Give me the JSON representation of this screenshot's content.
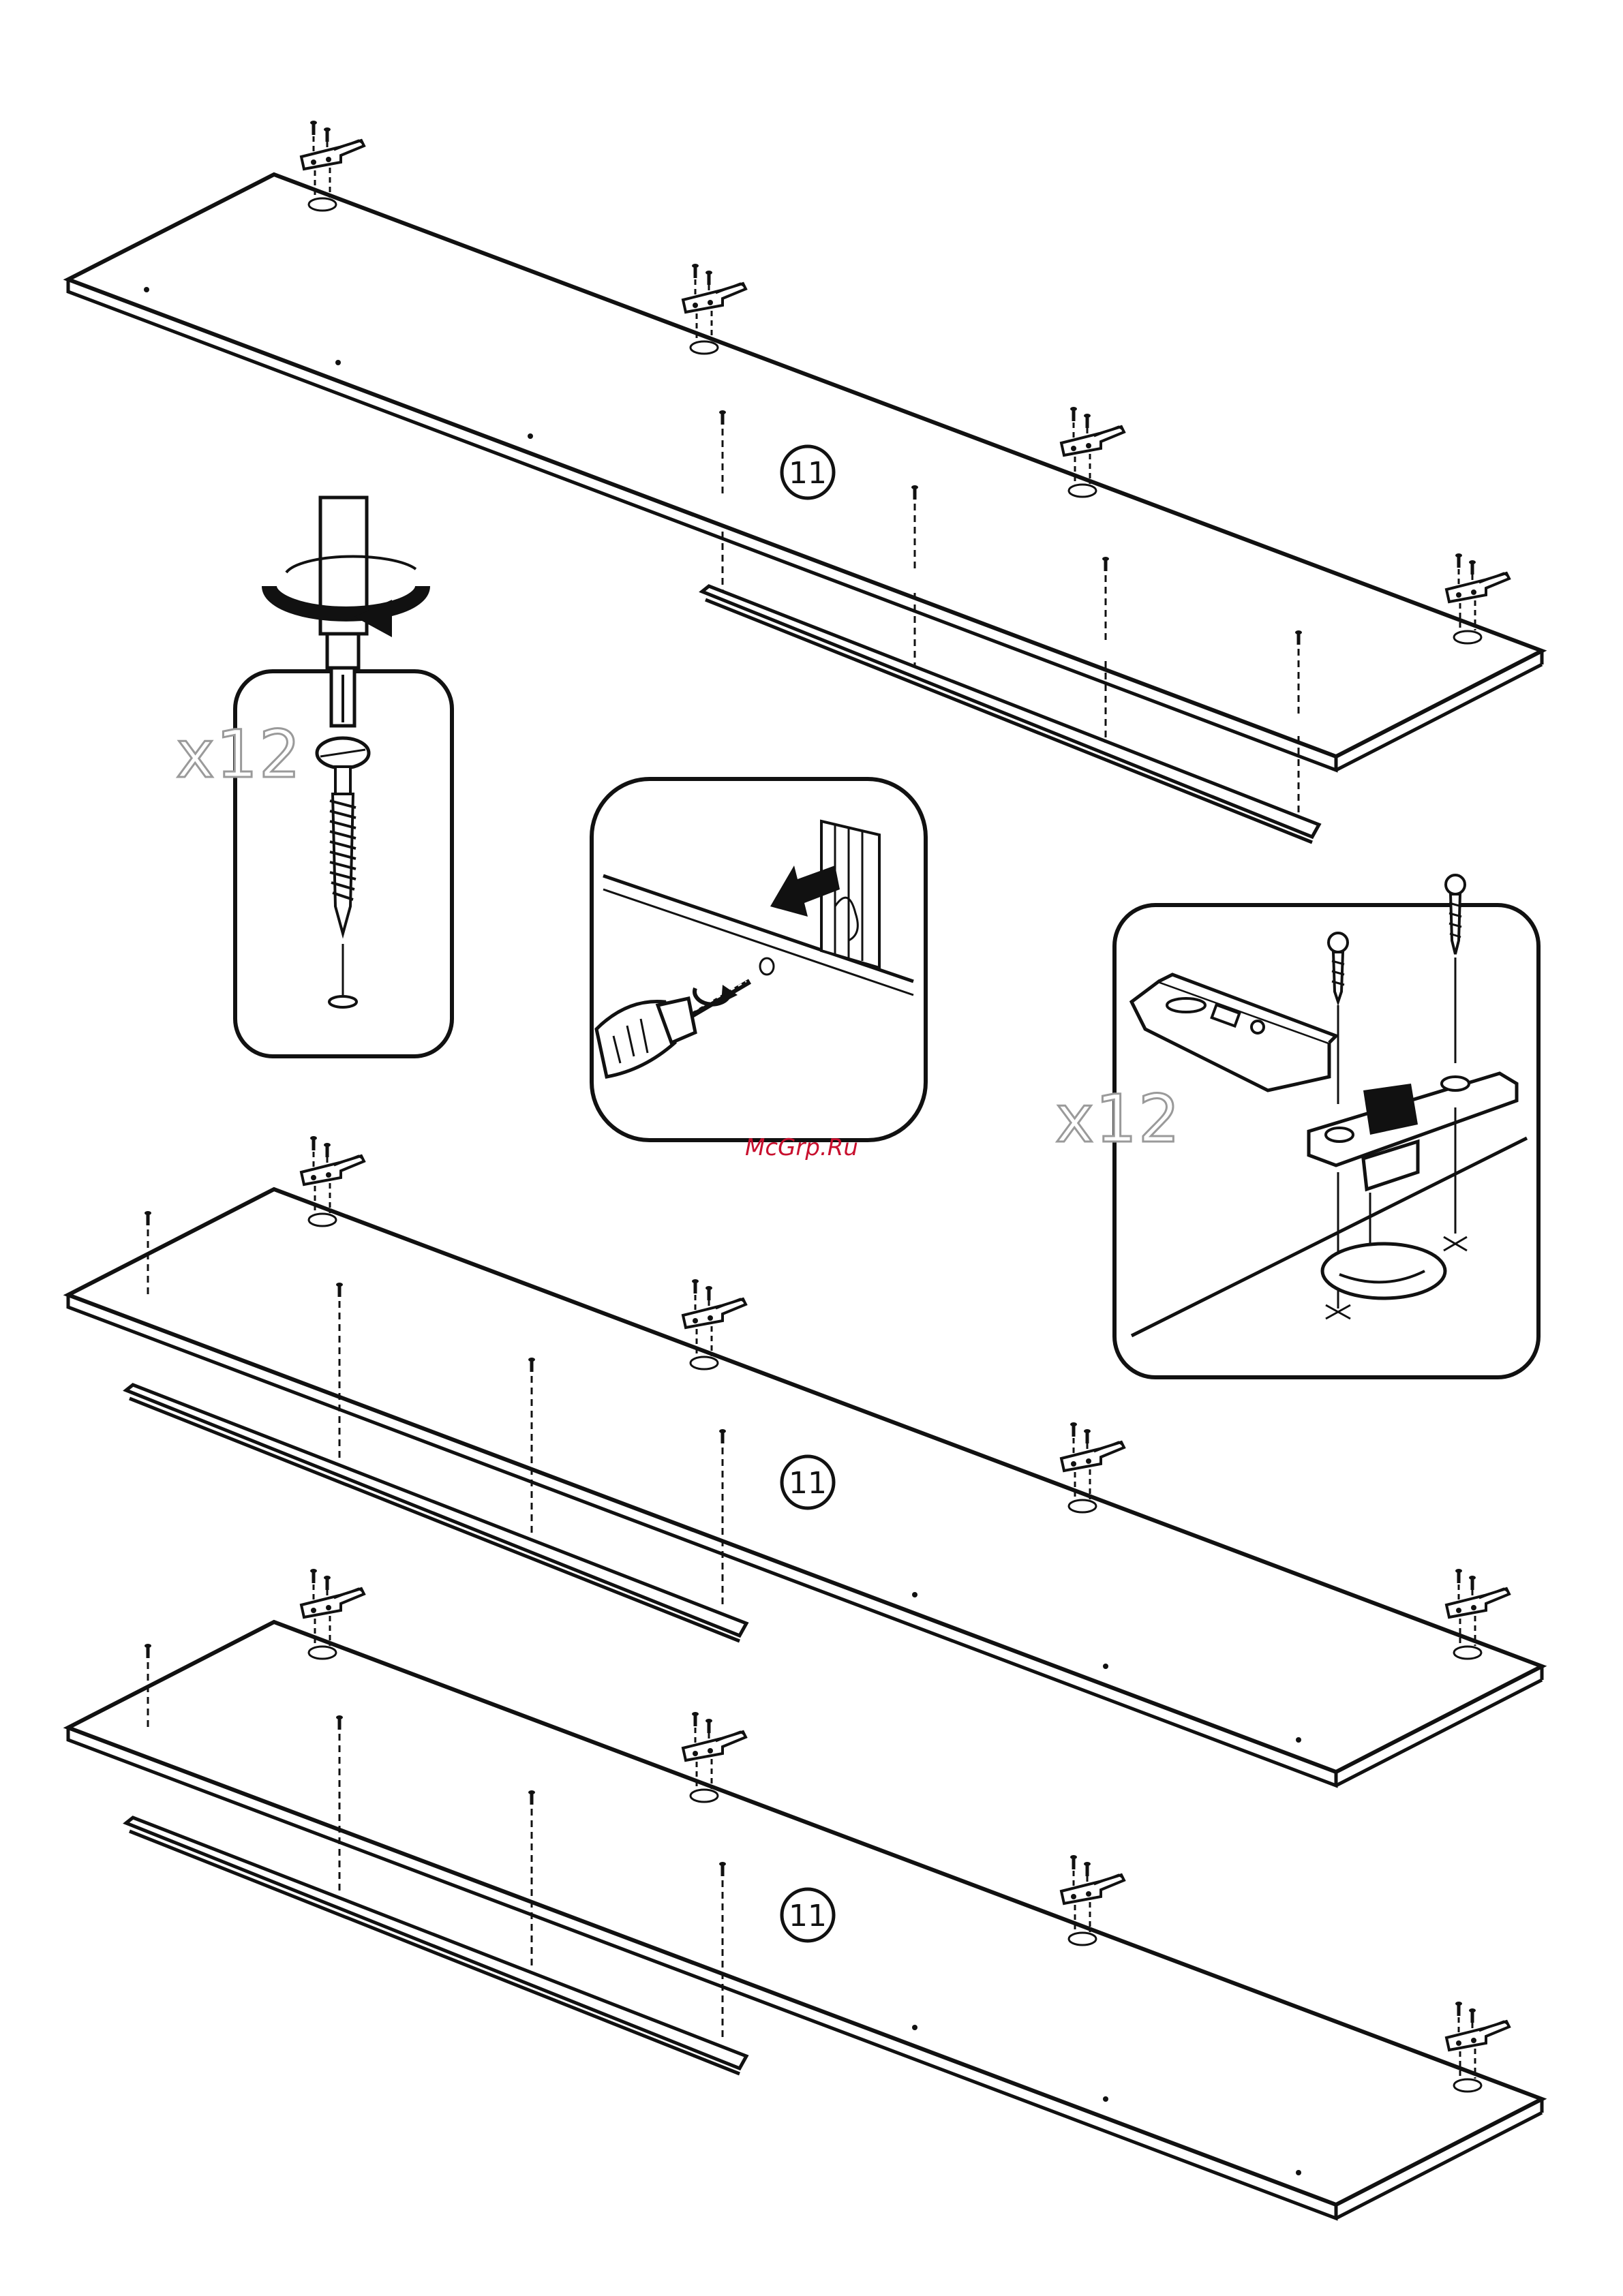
{
  "step_number": "11",
  "screw_count": "x12",
  "hinge_count": "x12",
  "watermark": "McGrp.Ru",
  "colors": {
    "line": "#111111",
    "watermark": "#c8102e",
    "count_outline": "#9a9a9a"
  }
}
